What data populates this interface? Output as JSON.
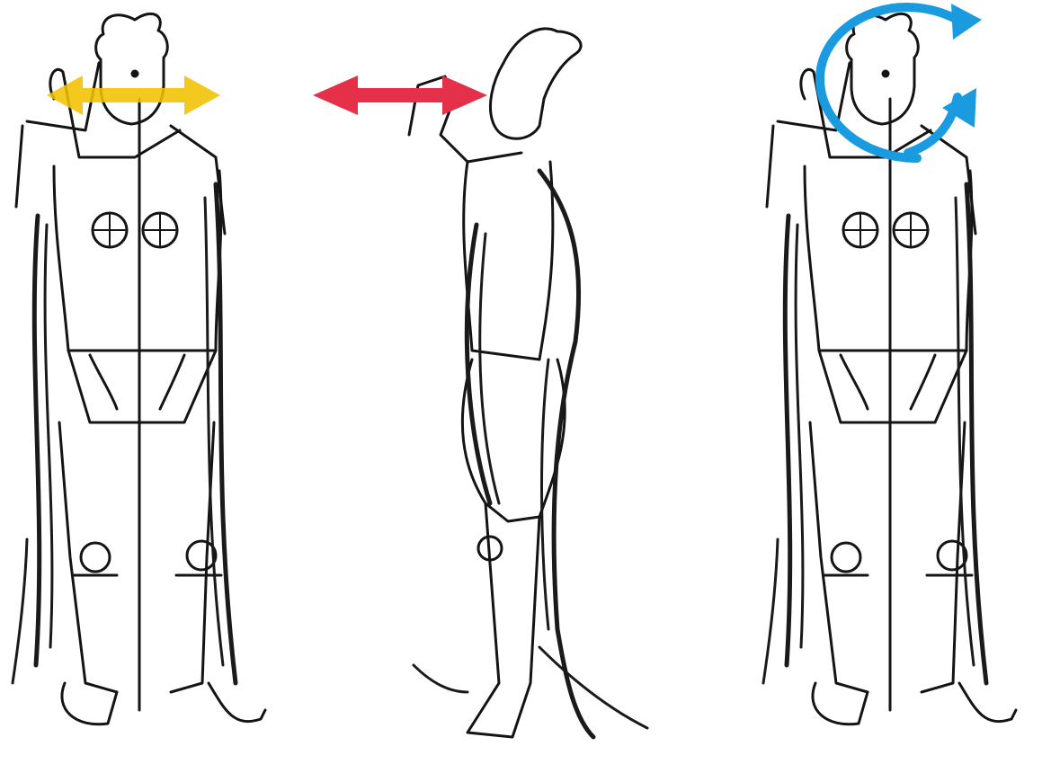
{
  "figures": [
    {
      "id": "front",
      "view": "front",
      "indicator": {
        "type": "double-arrow-horizontal",
        "color": "#f2c200"
      }
    },
    {
      "id": "side",
      "view": "side",
      "indicator": {
        "type": "double-arrow-horizontal",
        "color": "#e5304a"
      }
    },
    {
      "id": "front-rotate",
      "view": "front",
      "indicator": {
        "type": "circular-arrows",
        "color": "#1a9be0"
      }
    }
  ],
  "colors": {
    "ink": "#141414",
    "paper": "#ffffff"
  }
}
